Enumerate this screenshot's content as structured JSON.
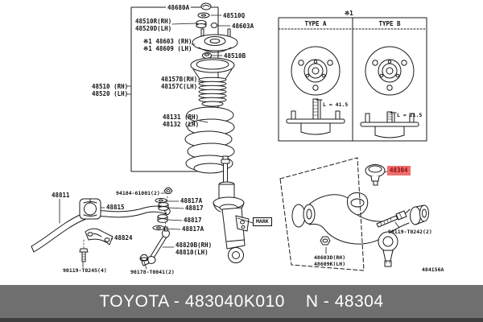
{
  "banner": {
    "left_text": "TOYOTA - 483040K010",
    "right_text": "N - 48304"
  },
  "drawing_number": "484156A",
  "ref_table": {
    "ref_mark": "※1",
    "col_a": "TYPE A",
    "col_b": "TYPE B",
    "dim_a": "L = 41.5",
    "dim_b": "L = 21.5"
  },
  "highlight": {
    "part_no": "48304"
  },
  "mark_tag": "MARK",
  "colors": {
    "highlight_bg": "#ef6f6f",
    "highlight_text": "#8c0b0b",
    "banner_bg": "#6f6f6f",
    "banner_accent": "#3f3f3f",
    "banner_text": "#ffffff",
    "line": "#1a1a1a"
  },
  "parts": {
    "clip": {
      "text": "48680A"
    },
    "washer_q": {
      "text": "48510Q"
    },
    "collar": {
      "l1": "48510R(RH)",
      "l2": "48520D(LH)"
    },
    "nut_a": {
      "text": "48603A"
    },
    "support": {
      "l1": "※1 48603 (RH)",
      "l2": "※1 48609 (LH)"
    },
    "nut_b": {
      "text": "48510B"
    },
    "boot": {
      "l1": "48157B(RH)",
      "l2": "48157C(LH)"
    },
    "shock": {
      "l1": "48510 (RH)",
      "l2": "48520 (LH)"
    },
    "spring": {
      "l1": "48131 (RH)",
      "l2": "48132 (LH)"
    },
    "bar": {
      "text": "48811"
    },
    "bushing": {
      "text": "48815"
    },
    "link_nut_upper": {
      "text": "94184-61001(2)"
    },
    "washer_a1": {
      "text": "48817A"
    },
    "cushion_1": {
      "text": "48817"
    },
    "cushion_2": {
      "text": "48817"
    },
    "washer_a2": {
      "text": "48817A"
    },
    "bracket": {
      "text": "48824"
    },
    "link": {
      "l1": "48820B(RH)",
      "l2": "48810(LH)"
    },
    "bracket_bolt": {
      "text": "90119-T0245(4)"
    },
    "link_nut_lower": {
      "text": "90178-T0041(2)"
    },
    "arm_bolt": {
      "text": "90119-T0242(2)"
    },
    "arm_nut": {
      "l1": "48603D(RH)",
      "l2": "48609K(LH)"
    }
  }
}
